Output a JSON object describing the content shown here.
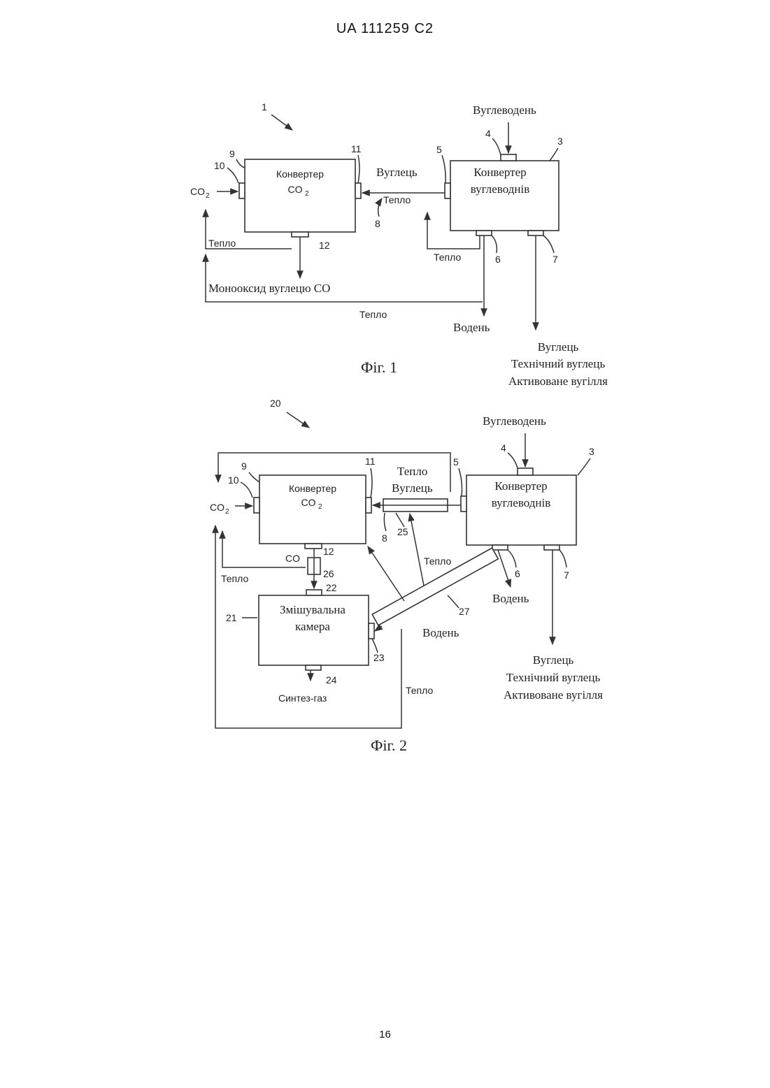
{
  "header": {
    "patent_id": "UA   111259   C2"
  },
  "page_number": "16",
  "fig1": {
    "caption": "Фіг. 1",
    "ref_system": "1",
    "co2_converter": {
      "line1": "Конвертер",
      "line2": "CO",
      "sub": "2",
      "ref": "9"
    },
    "hc_converter": {
      "line1": "Конвертер",
      "line2": "вуглеводнів",
      "ref": "3"
    },
    "co2_input": {
      "label": "CO",
      "sub": "2"
    },
    "labels": {
      "hydrocarbon": "Вуглеводень",
      "carbon": "Вуглець",
      "heat": "Тепло",
      "co_out": "Монооксид вуглецю CO",
      "hydrogen": "Водень",
      "carbon_products": [
        "Вуглець",
        "Технічний вуглець",
        "Активоване вугілля"
      ]
    },
    "refs": [
      "4",
      "5",
      "6",
      "7",
      "8",
      "10",
      "11",
      "12"
    ]
  },
  "fig2": {
    "caption": "Фіг. 2",
    "ref_system": "20",
    "co2_converter": {
      "line1": "Конвертер",
      "line2": "CO",
      "sub": "2",
      "ref": "9"
    },
    "hc_converter": {
      "line1": "Конвертер",
      "line2": "вуглеводнів",
      "ref": "3"
    },
    "mixing_chamber": {
      "line1": "Змішувальна",
      "line2": "камера",
      "ref": "21"
    },
    "co2_input": {
      "label": "CO",
      "sub": "2"
    },
    "labels": {
      "hydrocarbon": "Вуглеводень",
      "heat_top": "Тепло",
      "carbon_top": "Вуглець",
      "co": "CO",
      "heat": "Тепло",
      "hydrogen": "Водень",
      "syngas": "Синтез-газ",
      "carbon_products": [
        "Вуглець",
        "Технічний вуглець",
        "Активоване вугілля"
      ]
    },
    "refs": [
      "4",
      "5",
      "6",
      "7",
      "8",
      "10",
      "11",
      "12",
      "22",
      "23",
      "24",
      "25",
      "26",
      "27"
    ]
  }
}
